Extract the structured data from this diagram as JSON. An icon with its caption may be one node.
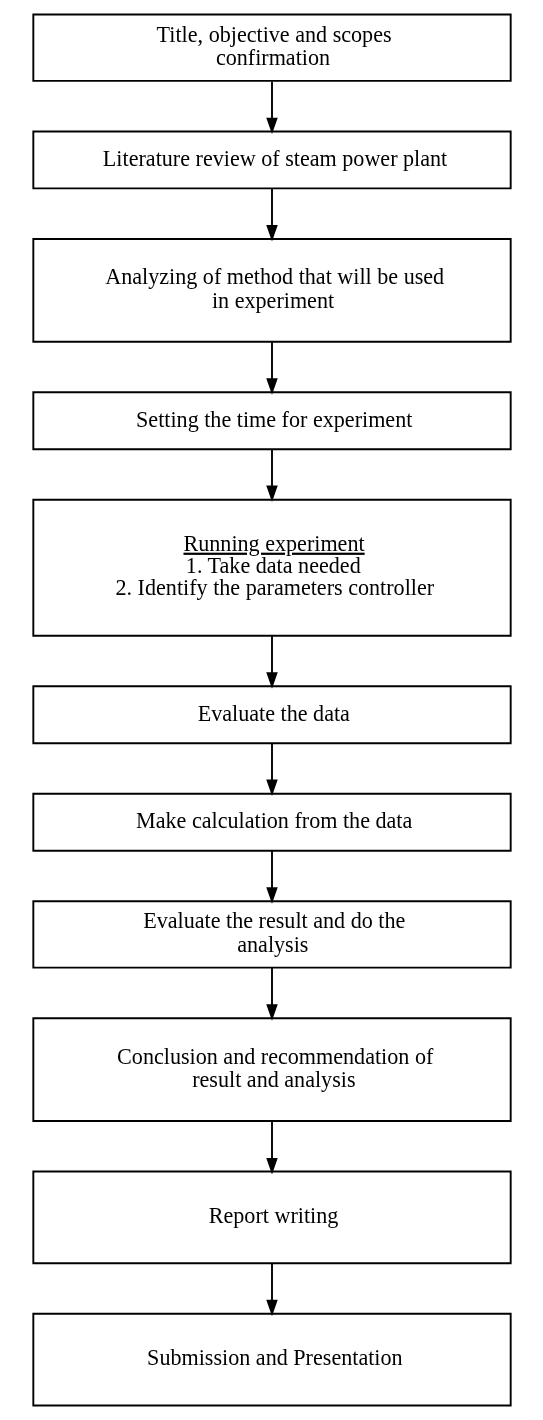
{
  "diagram": {
    "nodes": [
      {
        "text": [
          "Title, objective and scopes confirmation"
        ]
      },
      {
        "text": [
          "Literature review of steam power plant"
        ]
      },
      {
        "text": [
          "Analyzing of method that will be used in experiment"
        ]
      },
      {
        "text": [
          "Setting the time for experiment"
        ]
      },
      {
        "text": [
          "Running experiment",
          "1. Take data needed",
          "2. Identify the parameters controller"
        ]
      },
      {
        "text": [
          "Evaluate the data"
        ]
      },
      {
        "text": [
          "Make calculation from the data"
        ]
      },
      {
        "text": [
          "Evaluate the result and do the analysis"
        ]
      },
      {
        "text": [
          "Conclusion and recommendation of result and analysis"
        ]
      },
      {
        "text": [
          "Report writing"
        ]
      },
      {
        "text": [
          "Submission and Presentation"
        ]
      }
    ],
    "edges": [
      {
        "from": 0,
        "to": 1,
        "arrow": "to"
      },
      {
        "from": 1,
        "to": 2,
        "arrow": "to"
      },
      {
        "from": 2,
        "to": 3,
        "arrow": "to"
      },
      {
        "from": 3,
        "to": 4,
        "arrow": "to"
      },
      {
        "from": 4,
        "to": 5,
        "arrow": "to"
      },
      {
        "from": 5,
        "to": 6,
        "arrow": "to"
      },
      {
        "from": 6,
        "to": 7,
        "arrow": "to"
      },
      {
        "from": 7,
        "to": 8,
        "arrow": "to"
      },
      {
        "from": 8,
        "to": 9,
        "arrow": "to"
      },
      {
        "from": 9,
        "to": 10,
        "arrow": "to"
      }
    ]
  }
}
